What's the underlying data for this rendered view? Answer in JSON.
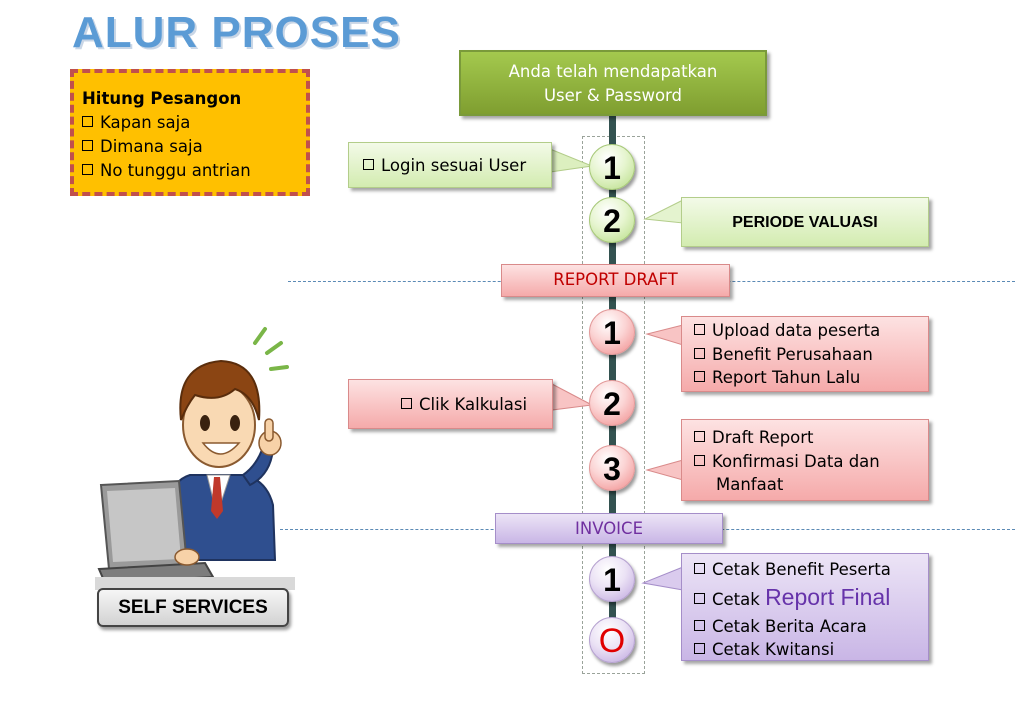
{
  "title": "ALUR PROSES",
  "note": {
    "heading": "Hitung Pesangon",
    "items": [
      "Kapan saja",
      "Dimana saja",
      "No tunggu antrian"
    ]
  },
  "start": {
    "line1": "Anda telah mendapatkan",
    "line2": "User & Password"
  },
  "login": {
    "step1_number": "1",
    "step1_text": "Login sesuai User",
    "step2_number": "2",
    "step2_text": "PERIODE VALUASI"
  },
  "report_draft": {
    "label": "REPORT DRAFT",
    "step1_number": "1",
    "step1_items": [
      "Upload data peserta",
      "Benefit Perusahaan",
      "Report Tahun Lalu"
    ],
    "step2_number": "2",
    "step2_text": "Clik Kalkulasi",
    "step3_number": "3",
    "step3_items": [
      "Draft Report",
      "Konfirmasi Data dan Manfaat"
    ]
  },
  "invoice": {
    "label": "INVOICE",
    "step1_number": "1",
    "step1_items": [
      "Cetak Benefit Peserta",
      "Report Final",
      "Cetak Berita Acara",
      "Cetak Kwitansi"
    ],
    "step1_item2_prefix": "Cetak",
    "end_marker": "O"
  },
  "self_services": "SELF SERVICES",
  "colors": {
    "title": "#5b9bd5",
    "note_fill": "#ffc000",
    "note_border": "#c0504d",
    "green": "#92b844",
    "red_label": "#c00000",
    "purple_label": "#7030a0",
    "end_marker": "#e00000"
  }
}
